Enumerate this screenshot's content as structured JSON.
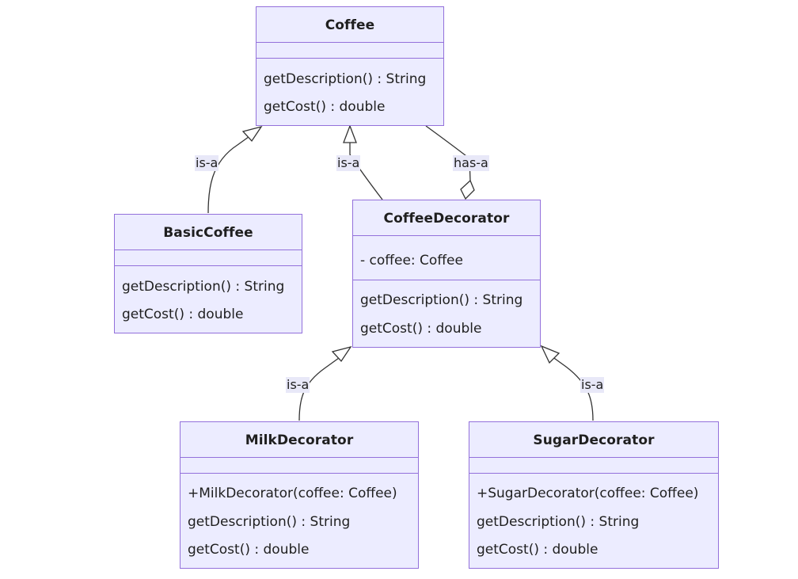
{
  "diagram": {
    "type": "uml-class-diagram",
    "colors": {
      "class_fill": "#ececff",
      "class_border": "#9370db",
      "edge_stroke": "#333333",
      "label_bg": "#e8e8f8"
    },
    "classes": {
      "coffee": {
        "name": "Coffee",
        "attributes": [],
        "methods": [
          "getDescription() : String",
          "getCost() : double"
        ]
      },
      "basic_coffee": {
        "name": "BasicCoffee",
        "attributes": [],
        "methods": [
          "getDescription() : String",
          "getCost() : double"
        ]
      },
      "coffee_decorator": {
        "name": "CoffeeDecorator",
        "attributes": [
          "- coffee: Coffee"
        ],
        "methods": [
          "getDescription() : String",
          "getCost() : double"
        ]
      },
      "milk_decorator": {
        "name": "MilkDecorator",
        "attributes": [],
        "methods": [
          "+MilkDecorator(coffee: Coffee)",
          "getDescription() : String",
          "getCost() : double"
        ]
      },
      "sugar_decorator": {
        "name": "SugarDecorator",
        "attributes": [],
        "methods": [
          "+SugarDecorator(coffee: Coffee)",
          "getDescription() : String",
          "getCost() : double"
        ]
      }
    },
    "relations": [
      {
        "from": "BasicCoffee",
        "to": "Coffee",
        "kind": "inheritance",
        "label": "is-a"
      },
      {
        "from": "CoffeeDecorator",
        "to": "Coffee",
        "kind": "inheritance",
        "label": "is-a"
      },
      {
        "from": "CoffeeDecorator",
        "to": "Coffee",
        "kind": "aggregation",
        "label": "has-a"
      },
      {
        "from": "MilkDecorator",
        "to": "CoffeeDecorator",
        "kind": "inheritance",
        "label": "is-a"
      },
      {
        "from": "SugarDecorator",
        "to": "CoffeeDecorator",
        "kind": "inheritance",
        "label": "is-a"
      }
    ]
  }
}
